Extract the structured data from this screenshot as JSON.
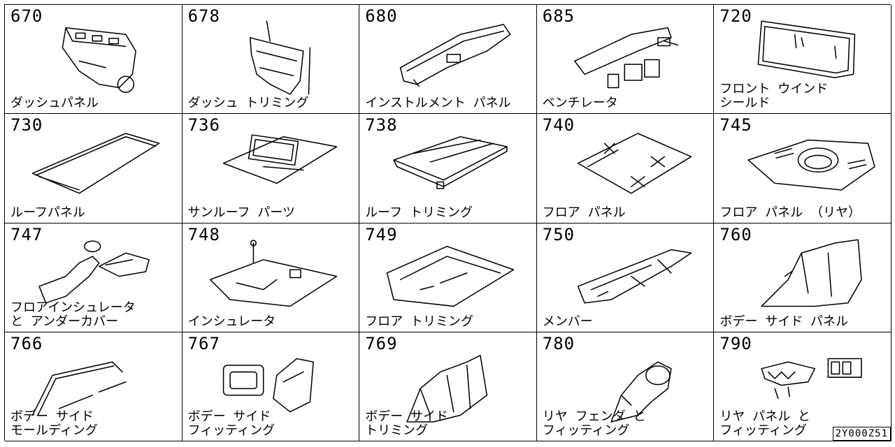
{
  "parts": [
    {
      "code": "670",
      "label": "ダッシュパネル",
      "icon": "dash-panel-icon"
    },
    {
      "code": "678",
      "label": "ダッシュ トリミング",
      "icon": "dash-trimming-icon"
    },
    {
      "code": "680",
      "label": "インストルメント パネル",
      "icon": "instrument-panel-icon"
    },
    {
      "code": "685",
      "label": "ベンチレータ",
      "icon": "ventilator-icon"
    },
    {
      "code": "720",
      "label": "フロント ウインド\nシールド",
      "icon": "windshield-icon"
    },
    {
      "code": "730",
      "label": "ルーフパネル",
      "icon": "roof-panel-icon"
    },
    {
      "code": "736",
      "label": "サンルーフ パーツ",
      "icon": "sunroof-parts-icon"
    },
    {
      "code": "738",
      "label": "ルーフ トリミング",
      "icon": "roof-trimming-icon"
    },
    {
      "code": "740",
      "label": "フロア パネル",
      "icon": "floor-panel-icon"
    },
    {
      "code": "745",
      "label": "フロア パネル （リヤ）",
      "icon": "rear-floor-panel-icon"
    },
    {
      "code": "747",
      "label": "フロアインシュレータ\nと アンダーカバー",
      "icon": "floor-insulator-icon"
    },
    {
      "code": "748",
      "label": "インシュレータ",
      "icon": "insulator-icon"
    },
    {
      "code": "749",
      "label": "フロア トリミング",
      "icon": "floor-trimming-icon"
    },
    {
      "code": "750",
      "label": "メンバー",
      "icon": "member-frame-icon"
    },
    {
      "code": "760",
      "label": "ボデー サイド パネル",
      "icon": "body-side-panel-icon"
    },
    {
      "code": "766",
      "label": "ボデー サイド\nモールディング",
      "icon": "body-side-molding-icon"
    },
    {
      "code": "767",
      "label": "ボデー サイド\nフィッティング",
      "icon": "body-side-fitting-icon"
    },
    {
      "code": "769",
      "label": "ボデー サイド\nトリミング",
      "icon": "body-side-trimming-icon"
    },
    {
      "code": "780",
      "label": "リヤ フェンダ と\nフィッティング",
      "icon": "rear-fender-icon"
    },
    {
      "code": "790",
      "label": "リヤ パネル と\nフィッティング",
      "icon": "rear-panel-icon"
    }
  ],
  "diagram_code": "2Y000Z51"
}
